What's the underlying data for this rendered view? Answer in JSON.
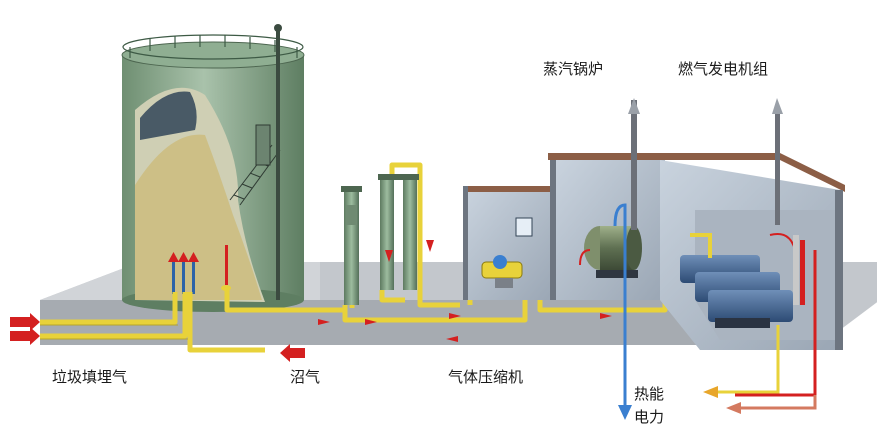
{
  "labels": {
    "landfill_gas": "垃圾填埋气",
    "biogas": "沼气",
    "gas_compressor": "气体压缩机",
    "steam_boiler": "蒸汽锅炉",
    "gas_generator_set": "燃气发电机组",
    "heat_energy": "热能",
    "electric_power": "电力"
  },
  "colors": {
    "pipe_yellow": "#e8d23a",
    "flow_red": "#d42020",
    "flow_blue": "#3a7fd0",
    "tank_green": "#7d9e80",
    "waste_fill": "#cdbf86",
    "wall_gray": "#b7bcc3",
    "floor_gray": "#9fa4aa",
    "roof_brown": "#8c5e46"
  }
}
